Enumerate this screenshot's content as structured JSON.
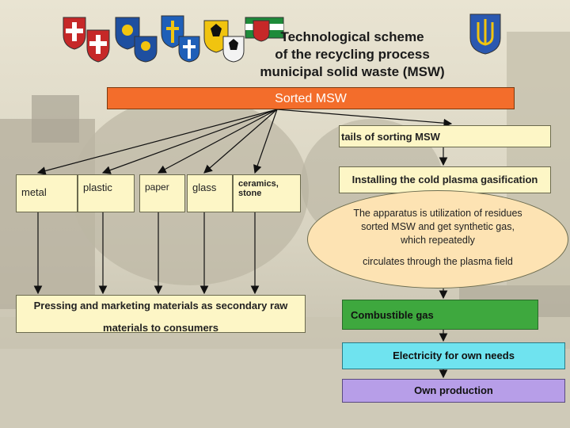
{
  "title_lines": [
    "Technological scheme",
    "of the recycling process",
    "municipal solid waste (MSW)"
  ],
  "sorted_msw": "Sorted MSW",
  "tails": "tails of sorting MSW",
  "materials": [
    "metal",
    "plastic",
    "paper",
    "glass",
    "ceramics, stone"
  ],
  "plasma_install": "Installing the cold plasma gasification",
  "apparatus_text": "The apparatus is utilization of residues sorted MSW and get synthetic gas, which repeatedly",
  "apparatus_text2": "circulates through the plasma field",
  "pressing_line1": "Pressing and marketing materials as secondary raw",
  "pressing_line2": "materials to consumers",
  "combustible_gas": "Combustible gas",
  "electricity": "Electricity for  own needs",
  "own_production": "Own production",
  "colors": {
    "sorted_bar": "#f36d2b",
    "text_box": "#fdf6c6",
    "ellipse": "#fde3b3",
    "gas_box": "#3ea83e",
    "electricity_box": "#6fe3ef",
    "production_box": "#b79ee8"
  },
  "icons": [
    "coat-of-arms-icon"
  ]
}
